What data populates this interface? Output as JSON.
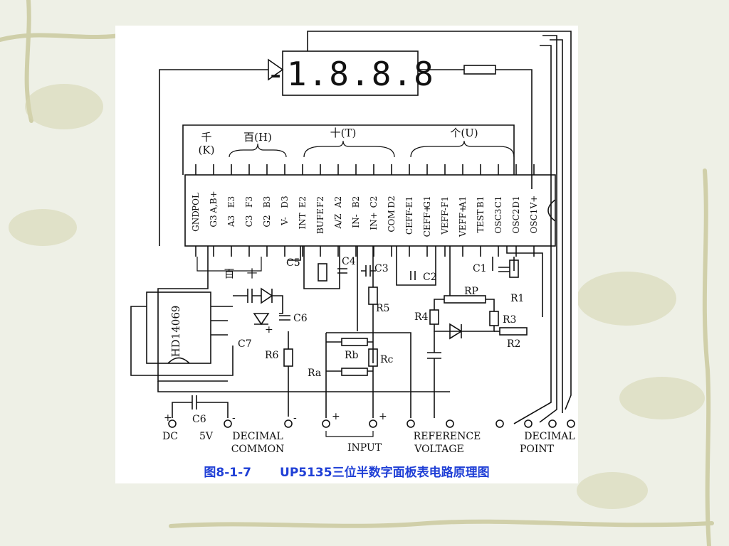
{
  "display": {
    "digits": "-1.8.8.8"
  },
  "labels": {
    "thousands": "千",
    "thousands_letter": "(K)",
    "hundreds": "百(H)",
    "tens": "十(T)",
    "units": "个(U)",
    "hundreds_cn": "百",
    "tens_cn": "十"
  },
  "chip": {
    "top_pins": [
      "POL",
      "A,B+",
      "E3",
      "F3",
      "B3",
      "D3",
      "E2",
      "F2",
      "A2",
      "B2",
      "C2",
      "D2",
      "E1",
      "G1",
      "F1",
      "A1",
      "B1",
      "C1",
      "D1",
      "V+"
    ],
    "bottom_pins": [
      "GND",
      "G3",
      "A3",
      "C3",
      "G2",
      "V-",
      "INT",
      "BUFE",
      "A/Z",
      "IN-",
      "IN+",
      "COM",
      "CEFF-",
      "CEFF+",
      "VEFF-",
      "VEFF+",
      "TEST",
      "OSC3",
      "OSC2",
      "OSC1"
    ]
  },
  "inverter_chip": {
    "label": "HD14069"
  },
  "components": {
    "C1": "C1",
    "C2": "C2",
    "C3": "C3",
    "C4": "C4",
    "C5": "C5",
    "C6": "C6",
    "C7": "C7",
    "R1": "R1",
    "R2": "R2",
    "R3": "R3",
    "R4": "R4",
    "R5": "R5",
    "R6": "R6",
    "Ra": "Ra",
    "Rb": "Rb",
    "Rc": "Rc",
    "RP": "RP"
  },
  "terminals": {
    "dc_plus": "+",
    "dc_minus": "-",
    "dc": "DC",
    "volt": "5V",
    "decimal_common_1": "DECIMAL",
    "decimal_common_2": "COMMON",
    "input": "INPUT",
    "reference_1": "REFERENCE",
    "reference_2": "VOLTAGE",
    "decimal_point_1": "DECIMAL",
    "decimal_point_2": "POINT",
    "minus_sign": "-",
    "plus_a": "+",
    "plus_b": "+",
    "polarity_plus": "+"
  },
  "caption": {
    "figure_no": "图8-1-7",
    "title": "UP5135三位半数字面板表电路原理图"
  },
  "colors": {
    "caption": "#1f3fd6",
    "background": "#eef0e6"
  }
}
